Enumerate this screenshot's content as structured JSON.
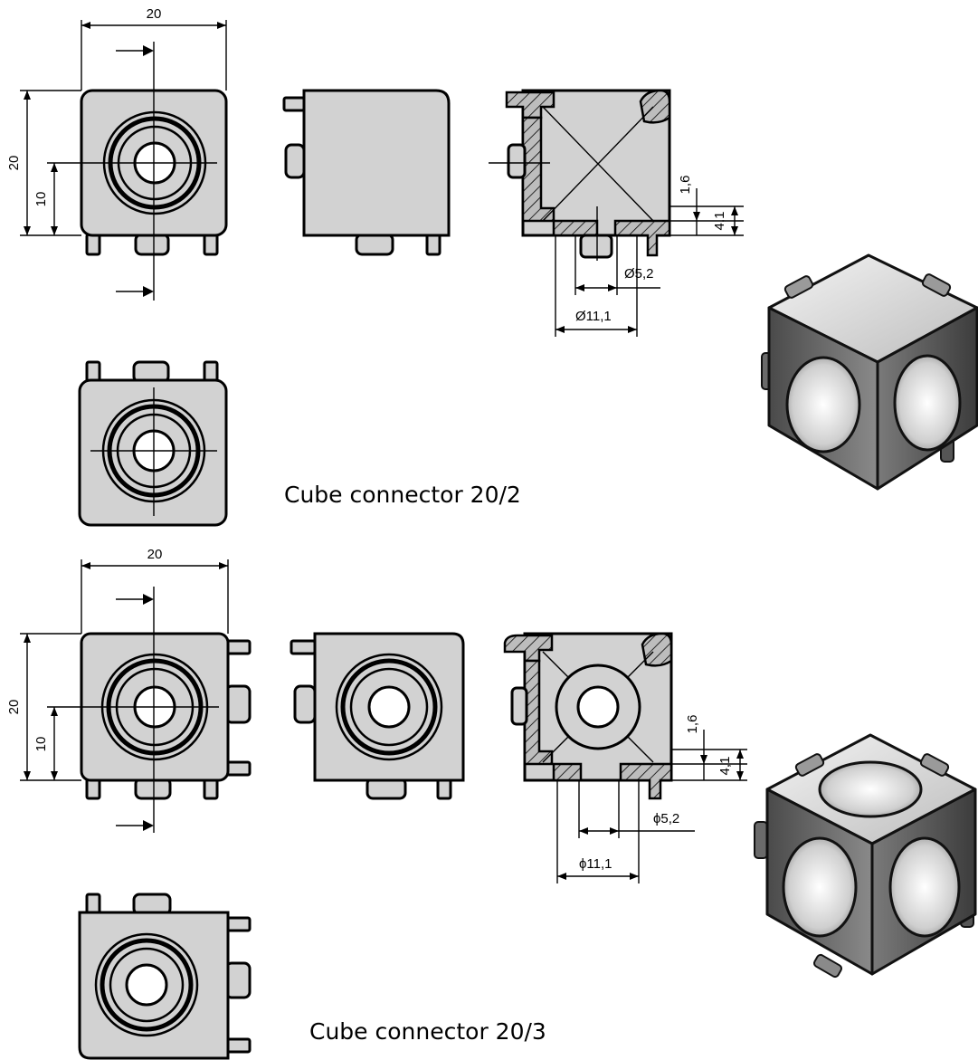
{
  "captions": {
    "connector_2": "Cube connector 20/2",
    "connector_3": "Cube connector 20/3"
  },
  "dims": {
    "d20": "20",
    "d10": "10",
    "d16": "1,6",
    "d41": "4,1",
    "d52": "Ø5,2",
    "d111": "Ø11,1",
    "d52b": "ϕ5,2",
    "d111b": "ϕ11,1"
  },
  "colors": {
    "body_fill": "#d2d2d2",
    "outline": "#000000"
  }
}
